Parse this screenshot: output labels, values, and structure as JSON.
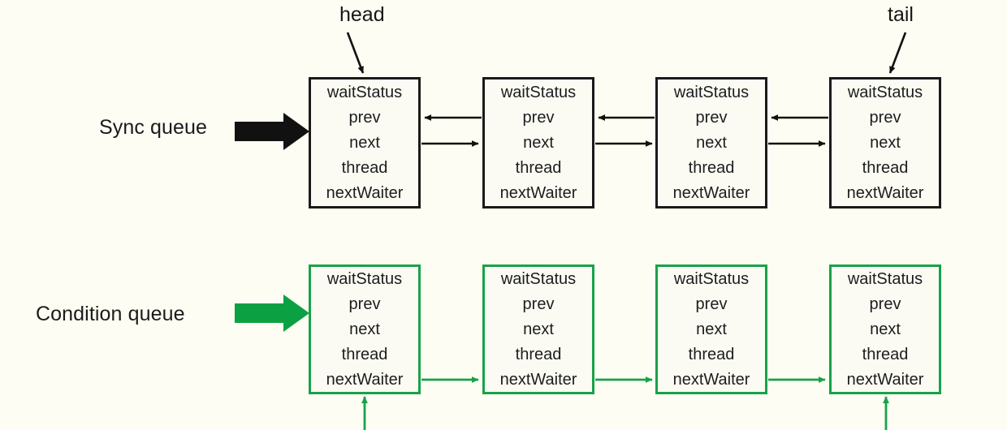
{
  "diagram": {
    "title": "AQS Sync queue and Condition queue",
    "background_color": "#fdfdf3",
    "sync_color": "#1a1a1a",
    "condition_color": "#17a24a"
  },
  "rows": [
    {
      "id": "sync-queue",
      "label": "Sync queue",
      "arrow_color": "#111111",
      "node_border_color": "#1a1a1a",
      "link_description": "doubly linked: prev points backward, next points forward",
      "nodes": [
        {
          "fields": [
            "waitStatus",
            "prev",
            "next",
            "thread",
            "nextWaiter"
          ]
        },
        {
          "fields": [
            "waitStatus",
            "prev",
            "next",
            "thread",
            "nextWaiter"
          ]
        },
        {
          "fields": [
            "waitStatus",
            "prev",
            "next",
            "thread",
            "nextWaiter"
          ]
        },
        {
          "fields": [
            "waitStatus",
            "prev",
            "next",
            "thread",
            "nextWaiter"
          ]
        }
      ]
    },
    {
      "id": "condition-queue",
      "label": "Condition queue",
      "arrow_color": "#17a24a",
      "node_border_color": "#17a24a",
      "link_description": "singly linked via nextWaiter",
      "nodes": [
        {
          "fields": [
            "waitStatus",
            "prev",
            "next",
            "thread",
            "nextWaiter"
          ]
        },
        {
          "fields": [
            "waitStatus",
            "prev",
            "next",
            "thread",
            "nextWaiter"
          ]
        },
        {
          "fields": [
            "waitStatus",
            "prev",
            "next",
            "thread",
            "nextWaiter"
          ]
        },
        {
          "fields": [
            "waitStatus",
            "prev",
            "next",
            "thread",
            "nextWaiter"
          ]
        }
      ]
    }
  ],
  "pointers": [
    {
      "id": "head",
      "label": "head",
      "target": "sync-node-1",
      "direction": "down-right"
    },
    {
      "id": "tail",
      "label": "tail",
      "target": "sync-node-4",
      "direction": "down-left"
    }
  ],
  "bottom_pointers": [
    {
      "id": "first-waiter",
      "target": "condition-node-1",
      "direction": "up"
    },
    {
      "id": "last-waiter",
      "target": "condition-node-4",
      "direction": "up"
    }
  ]
}
